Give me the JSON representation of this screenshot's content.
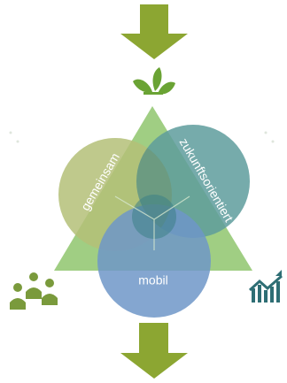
{
  "diagram": {
    "circle_labels": {
      "left": "gemeinsam",
      "right": "zukunftsorientiert",
      "bottom": "mobil"
    },
    "icons": {
      "top": "sprout-leaves-icon",
      "bottom_left": "people-group-icon",
      "bottom_right": "rising-chart-icon",
      "arrow_in": "arrow-down-icon",
      "arrow_out": "arrow-down-icon"
    },
    "colors": {
      "arrow": "#8ca632",
      "triangle": "#8fc56d",
      "circle_left": "#b4bf78",
      "circle_right": "#5e9c9c",
      "circle_bottom": "#6e97c8",
      "center": "#3d7f86",
      "leaf": "#6aa334",
      "people": "#7a9a3c",
      "chart": "#2e6e74"
    }
  }
}
